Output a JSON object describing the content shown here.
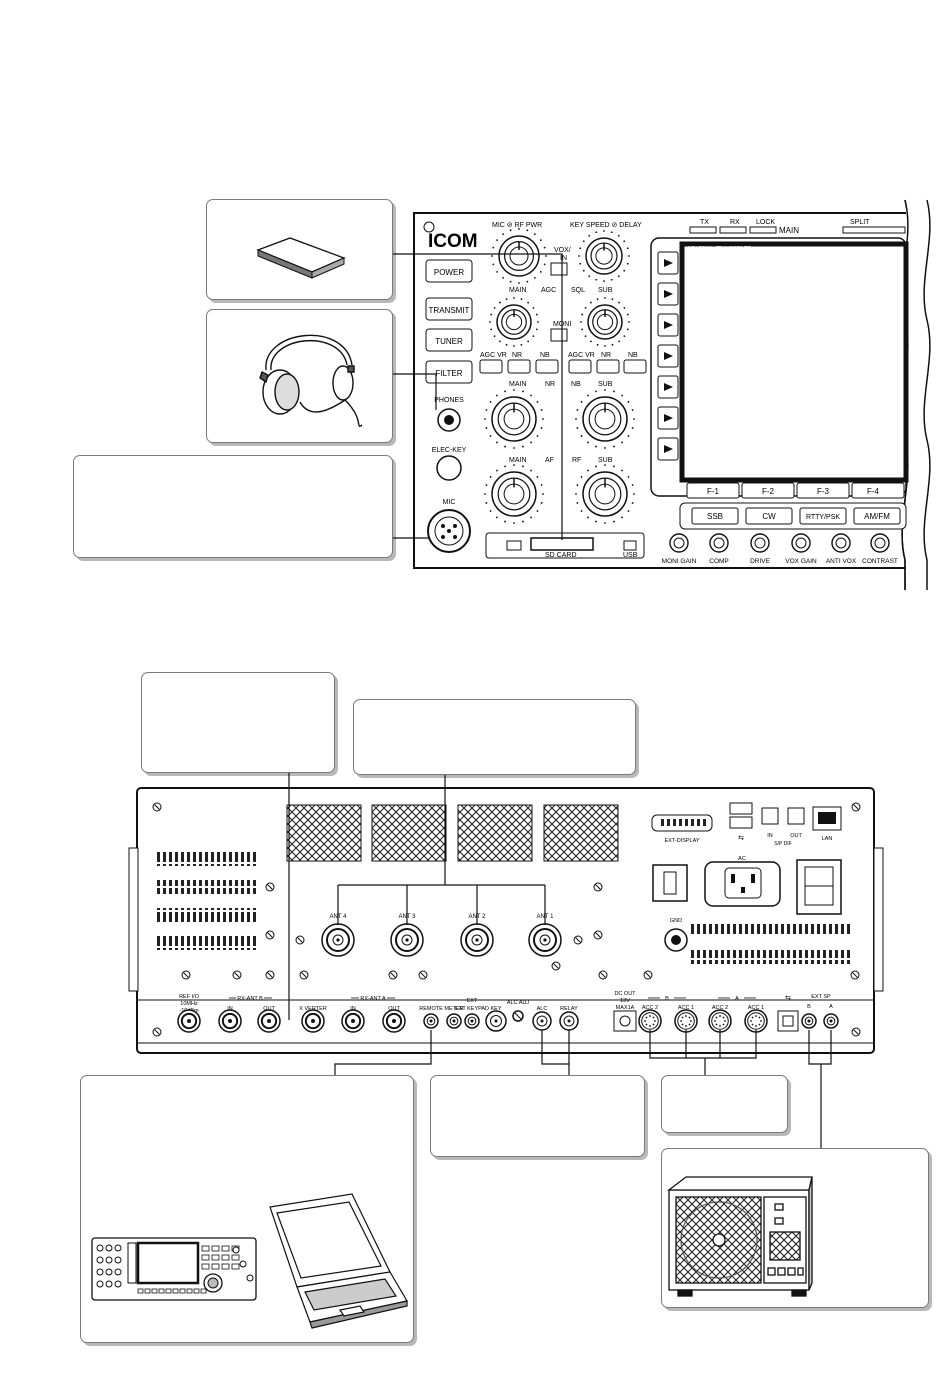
{
  "front_panel": {
    "brand": "ICOM",
    "knob_labels": {
      "mic_rfpwr": "MIC ⊘ RF PWR",
      "keyspeed_delay": "KEY SPEED ⊘ DELAY",
      "main_agc_sql_sub": [
        "MAIN",
        "AGC",
        "SQL",
        "SUB"
      ],
      "main_nr_nb_sub": [
        "MAIN",
        "NR",
        "NB",
        "SUB"
      ],
      "main_af_rf_sub": [
        "MAIN",
        "AF",
        "RF",
        "SUB"
      ]
    },
    "side_buttons": [
      "POWER",
      "TRANSMIT",
      "TUNER",
      "FILTER"
    ],
    "small_labels": {
      "vox": "VOX/",
      "vox2": "IN",
      "moni": "MONI",
      "phones": "PHONES",
      "elec_key": "ELEC-KEY",
      "mic": "MIC"
    },
    "func_buttons": [
      "AGC VR",
      "NR",
      "NB",
      "AGC VR",
      "NR",
      "NB"
    ],
    "indicators": [
      "TX",
      "RX",
      "LOCK"
    ],
    "main_label": "MAIN",
    "split_label": "SPLIT",
    "display_caption": "HF / 50MHz TRANSCEIVER",
    "f_keys": [
      "F-1",
      "F-2",
      "F-3",
      "F-4"
    ],
    "mode_keys": [
      "SSB",
      "CW",
      "RTTY/PSK",
      "AM/FM"
    ],
    "bottom_knobs": [
      "MONI GAIN",
      "COMP",
      "DRIVE",
      "VOX GAIN",
      "ANTI VOX",
      "CONTRAST"
    ],
    "sd_card": "SD CARD",
    "usb": "USB"
  },
  "rear_panel": {
    "antennas": [
      "ANT 4",
      "ANT 3",
      "ANT 2",
      "ANT 1"
    ],
    "top_labels": {
      "ext_display": "EXT-DISPLAY",
      "in": "IN",
      "out": "OUT",
      "spdif": "S/P DIF",
      "lan": "LAN",
      "ac": "AC",
      "gnd": "GND"
    },
    "ref_io": [
      "REF I/O",
      "10MHz",
      "-10dBm"
    ],
    "rx_ant_b": "RX-ANT B",
    "rx_ant_a": "RX-ANT A",
    "in_out": [
      "IN",
      "OUT"
    ],
    "xverter": "X VERTER",
    "jacks": [
      "REMOTE",
      "METER",
      "EXT KEYPAD",
      "KEY",
      "ALC ADJ",
      "ALC",
      "RELAY"
    ],
    "dc_out": [
      "DC OUT",
      "13V",
      "MAX1A"
    ],
    "acc": [
      "ACC 2",
      "ACC 1",
      "ACC 2",
      "ACC 1"
    ],
    "acc_groups": [
      "B",
      "A"
    ],
    "ext_sp": [
      "EXT SP",
      "B",
      "A"
    ]
  }
}
